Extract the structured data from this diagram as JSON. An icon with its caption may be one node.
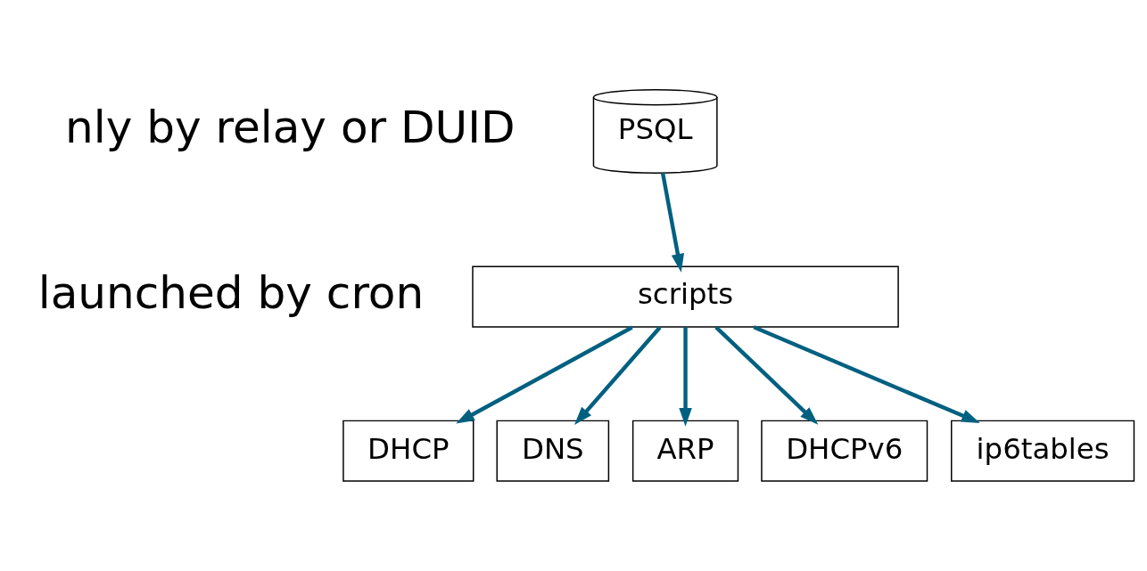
{
  "diagram": {
    "nodes": [
      {
        "text": [
          "PSQL"
        ]
      },
      {
        "text": [
          "scripts"
        ]
      },
      {
        "text": [
          "DHCP"
        ]
      },
      {
        "text": [
          "DNS"
        ]
      },
      {
        "text": [
          "ARP"
        ]
      },
      {
        "text": [
          "DHCPv6"
        ]
      },
      {
        "text": [
          "ip6tables"
        ]
      }
    ],
    "edges": [
      {
        "from": 0,
        "to": 1,
        "arrow": "to"
      },
      {
        "from": 1,
        "to": 2,
        "arrow": "to"
      },
      {
        "from": 1,
        "to": 3,
        "arrow": "to"
      },
      {
        "from": 1,
        "to": 4,
        "arrow": "to"
      },
      {
        "from": 1,
        "to": 5,
        "arrow": "to"
      },
      {
        "from": 1,
        "to": 6,
        "arrow": "to"
      }
    ],
    "labels": [
      "nly by relay or DUID",
      "launched by cron"
    ]
  }
}
